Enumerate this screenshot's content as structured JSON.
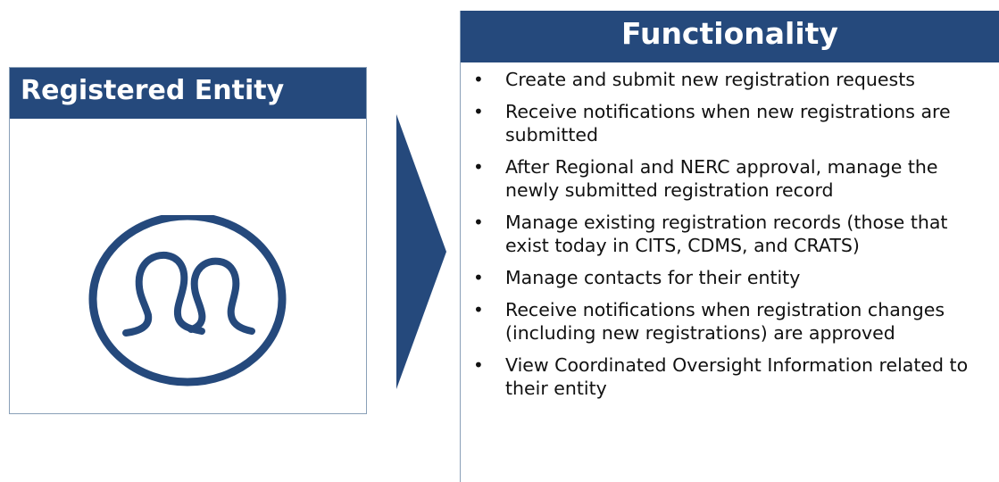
{
  "entity": {
    "title": "Registered Entity",
    "icon": "people-group-icon"
  },
  "arrow": {
    "icon": "right-chevron-arrow-icon"
  },
  "functionality": {
    "title": "Functionality",
    "bullet": "•",
    "items": [
      "Create and submit new registration requests",
      "Receive notifications when new registrations are submitted",
      "After Regional and NERC approval, manage the newly submitted registration record",
      "Manage existing registration records (those that exist today in CITS, CDMS, and CRATS)",
      "Manage contacts for their entity",
      "Receive notifications when registration changes (including new registrations) are approved",
      "View Coordinated Oversight Information related to their entity"
    ]
  },
  "colors": {
    "header_bg": "#25497c",
    "header_text": "#ffffff",
    "arrow_fill": "#25497c",
    "icon_stroke": "#25497c"
  }
}
